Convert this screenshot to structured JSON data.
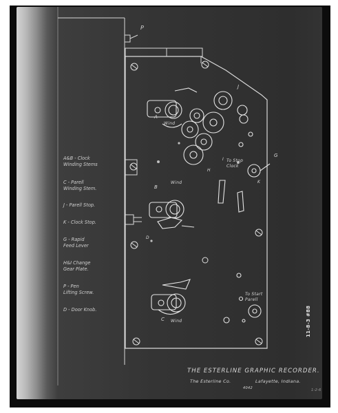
{
  "legend": [
    {
      "line1": "A&B - Clock",
      "line2": "Winding Stems"
    },
    {
      "line1": "C - Parell",
      "line2": "Winding Stem."
    },
    {
      "line1": "J - Parell Stop.",
      "line2": ""
    },
    {
      "line1": "K - Clock Stop.",
      "line2": ""
    },
    {
      "line1": "G - Rapid",
      "line2": "Feed Lever"
    },
    {
      "line1": "H&I Change",
      "line2": "Gear Plate."
    },
    {
      "line1": "P - Pen",
      "line2": "Lifting Screw."
    },
    {
      "line1": "D - Door Knob.",
      "line2": ""
    }
  ],
  "labels": {
    "p": "P",
    "a": "A",
    "b": "B",
    "c": "C",
    "d": "D",
    "g": "G",
    "h": "H",
    "i": "I",
    "j": "J",
    "k": "K",
    "wind_a": "Wind",
    "wind_b": "Wind",
    "wind_c": "Wind",
    "to_stop_clock": "To Stop Clock",
    "to_start_parell": "To Start Parell"
  },
  "title_block": {
    "title": "THE ESTERLINE GRAPHIC RECORDER.",
    "company": "The Esterline Co.",
    "location": "Lafayette, Indiana.",
    "drawing_no": "4042"
  },
  "side_label": "11-8-3 #88",
  "corner_mark": "1-2-6"
}
